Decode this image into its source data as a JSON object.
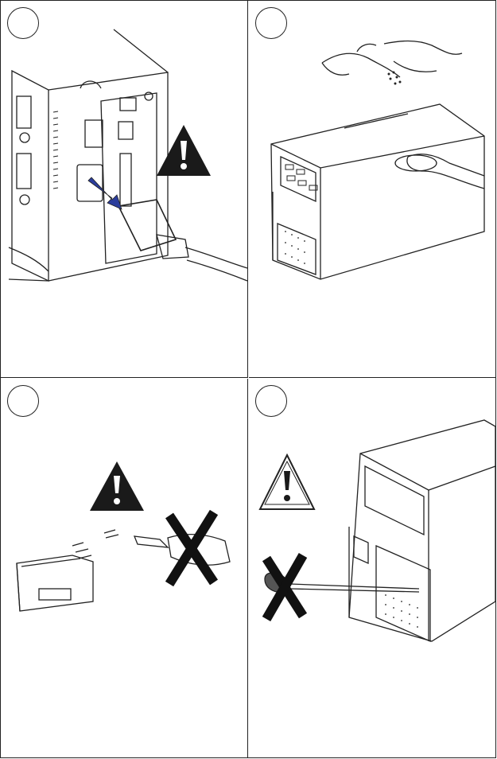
{
  "panels": [
    {
      "id": "step-1",
      "number": ""
    },
    {
      "id": "step-2",
      "number": ""
    },
    {
      "id": "step-3",
      "number": ""
    },
    {
      "id": "step-4",
      "number": ""
    }
  ],
  "icons": {
    "warning": "warning-triangle-icon",
    "prohibited": "cross-x-icon"
  },
  "colors": {
    "line": "#222222",
    "arrow": "#2b3d9c",
    "warning_fill": "#1a1a1a"
  }
}
